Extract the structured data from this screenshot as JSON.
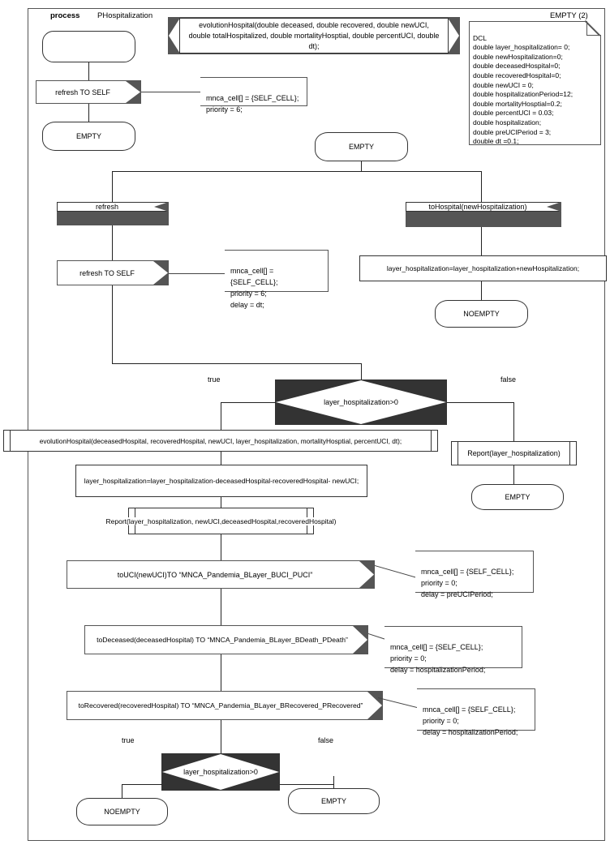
{
  "diagram": {
    "kind": "sdl-process-diagram",
    "process_keyword": "process",
    "process_name": "PHospitalization",
    "page_label": "EMPTY (2)"
  },
  "procedure_declaration": {
    "line1": "evolutionHospital(double deceased, double recovered, double newUCI,",
    "line2": "double totalHospitalized, double mortalityHosptial, double percentUCI, double dt);"
  },
  "dcl_note": {
    "title": "DCL",
    "text": "DCL\ndouble layer_hospitalization= 0;\ndouble newHospitalization=0;\ndouble deceasedHospital=0;\ndouble recoveredHospital=0;\ndouble newUCI = 0;\ndouble hospitalizationPeriod=12;\ndouble mortalityHosptial=0.2;\ndouble percentUCI = 0.03;\ndouble hospitalization;\ndouble preUCIPeriod = 3;\ndouble dt =0.1;"
  },
  "branch_init": {
    "start_symbol_label": "",
    "output_refresh_to_self": "refresh TO SELF",
    "comment_refresh": "mnca_cell[] = {SELF_CELL};\npriority = 6;",
    "state_empty": "EMPTY"
  },
  "branch_main": {
    "state_empty_top": "EMPTY",
    "input_refresh": "refresh",
    "output_refresh_to_self": "refresh TO SELF",
    "comment_refresh_self": "mnca_cell[] = {SELF_CELL};\npriority = 6;\ndelay = dt;",
    "input_to_hospital": "toHospital(newHospitalization)",
    "task_accumulate": "layer_hospitalization=layer_hospitalization+newHospitalization;",
    "state_noempty": "NOEMPTY"
  },
  "decision_1": {
    "condition": "layer_hospitalization>0",
    "true_label": "true",
    "false_label": "false"
  },
  "true_branch": {
    "proc_call_evolution": "evolutionHospital(deceasedHospital, recoveredHospital, newUCI, layer_hospitalization, mortalityHosptial, percentUCI, dt);",
    "task_subtract": "layer_hospitalization=layer_hospitalization-deceasedHospital-recoveredHospital- newUCI;",
    "proc_call_report": "Report(layer_hospitalization, newUCI,deceasedHospital,recoveredHospital)",
    "output_to_uci": "toUCI(newUCI)TO “MNCA_Pandemia_BLayer_BUCI_PUCI”",
    "comment_to_uci": "mnca_cell[] = {SELF_CELL};\npriority = 0;\ndelay = preUCIPeriod;",
    "output_to_deceased": "toDeceased(deceasedHospital) TO “MNCA_Pandemia_BLayer_BDeath_PDeath”",
    "comment_to_deceased": "mnca_cell[] = {SELF_CELL};\npriority = 0;\ndelay = hospitalizationPeriod;",
    "output_to_recovered": "toRecovered(recoveredHospital) TO “MNCA_Pandemia_BLayer_BRecovered_PRecovered”",
    "comment_to_recovered": "mnca_cell[] = {SELF_CELL};\npriority = 0;\ndelay = hospitalizationPeriod;"
  },
  "false_branch": {
    "proc_call_report": "Report(layer_hospitalization)",
    "state_empty": "EMPTY"
  },
  "decision_2": {
    "condition": "layer_hospitalization>0",
    "true_label": "true",
    "false_label": "false",
    "state_true": "NOEMPTY",
    "state_false": "EMPTY"
  },
  "colors": {
    "stroke": "#333333",
    "frame_stroke": "#555555",
    "background": "#ffffff"
  }
}
